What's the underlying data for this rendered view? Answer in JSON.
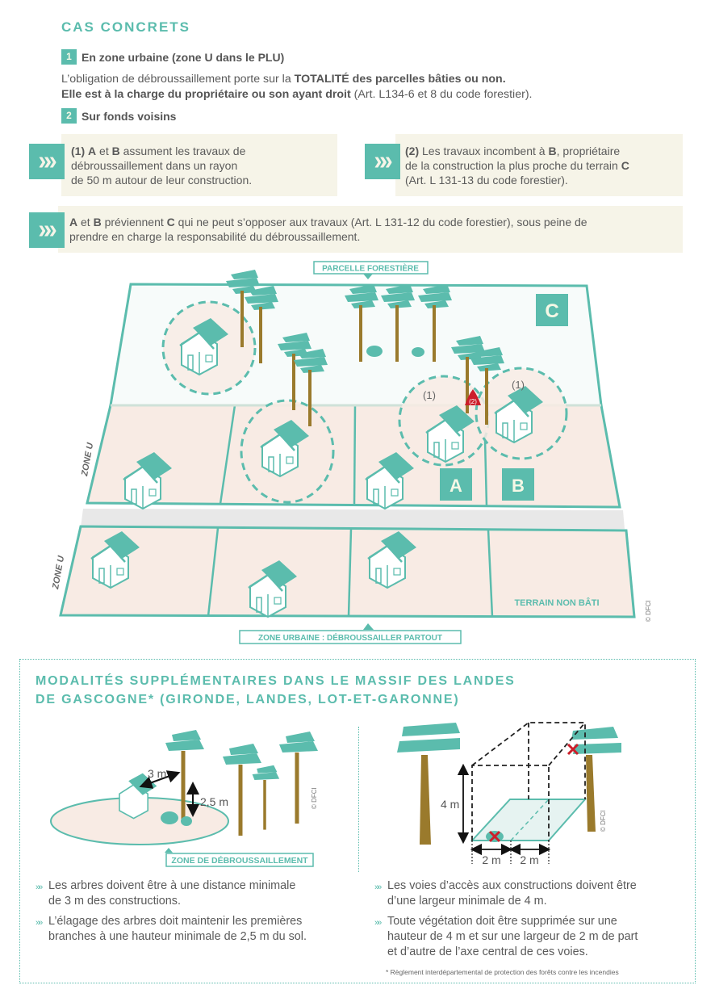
{
  "header": {
    "title": "CAS CONCRETS"
  },
  "section1": {
    "number": "1",
    "title": "En zone urbaine (zone U dans le PLU)",
    "line1_a": "L’obligation de débroussaillement porte sur la ",
    "line1_b": "TOTALITÉ des parcelles bâties ou non.",
    "line2_a": "Elle est à la charge du propriétaire ou son ayant droit",
    "line2_b": " (Art. L134-6 et 8 du code forestier)."
  },
  "section2": {
    "number": "2",
    "title": "Sur fonds voisins",
    "note1": {
      "ref": "(1)",
      "a": "A",
      "et": " et ",
      "b": "B",
      "rest1": " assument les travaux de",
      "rest2": "débroussaillement dans un rayon",
      "rest3": "de 50 m autour de leur construction."
    },
    "note2": {
      "ref": "(2)",
      "t1": " Les travaux incombent à ",
      "b": "B",
      "t2": ", propriétaire",
      "t3": "de la construction la plus proche du terrain ",
      "c": "C",
      "t4": "(Art. L 131-13 du code forestier)."
    },
    "note3": {
      "a": "A",
      "et": " et ",
      "b": "B",
      "t1": " préviennent ",
      "c": "C",
      "t2": " qui ne peut s’opposer aux travaux (Art. L 131-12 du code forestier), sous peine de",
      "t3": "prendre en charge la responsabilité du débroussaillement."
    },
    "chevron_icon": "»"
  },
  "diagram1": {
    "label_forest": "PARCELLE FORESTIÈRE",
    "label_urban": "ZONE URBAINE : DÉBROUSSAILLER PARTOUT",
    "zone_u_1": "ZONE U",
    "zone_u_2": "ZONE U",
    "parcel_a": "A",
    "parcel_b": "B",
    "parcel_c": "C",
    "ref1a": "(1)",
    "ref1b": "(1)",
    "ref2": "(2)",
    "unbuilt": "TERRAIN NON BÂTI",
    "copyright": "© DFCI"
  },
  "section3": {
    "title_line1": "MODALITÉS SUPPLÉMENTAIRES DANS LE MASSIF DES LANDES",
    "title_line2": "DE GASCOGNE* (GIRONDE, LANDES, LOT-ET-GARONNE)",
    "left_diagram": {
      "dist": "3 m",
      "height": "2,5 m",
      "zone_label": "ZONE DE DÉBROUSSAILLEMENT",
      "copyright": "© DFCI"
    },
    "right_diagram": {
      "height": "4 m",
      "w1": "2 m",
      "w2": "2 m",
      "copyright": "© DFCI"
    },
    "left_bullets": [
      {
        "l1": "Les arbres doivent être à une distance minimale",
        "l2": "de 3 m des constructions."
      },
      {
        "l1": "L’élagage des arbres doit maintenir les premières",
        "l2": "branches à une hauteur minimale de 2,5 m du sol."
      }
    ],
    "right_bullets": [
      {
        "l1": "Les voies d’accès aux constructions doivent être",
        "l2": "d’une largeur minimale de 4 m."
      },
      {
        "l1": "Toute végétation doit être supprimée sur une",
        "l2": "hauteur de 4 m et sur une largeur de 2 m de part",
        "l3": "et d’autre de l’axe central de ces voies."
      }
    ],
    "bullet_icon": "»",
    "footnote": "* Règlement interdépartemental de protection des forêts contre les incendies"
  },
  "colors": {
    "teal": "#5bbcad",
    "cream": "#f6f4e8",
    "pink": "#f8ebe4",
    "trunk": "#9a7a2c",
    "red": "#cc1e2a",
    "text": "#5a5a5a"
  }
}
